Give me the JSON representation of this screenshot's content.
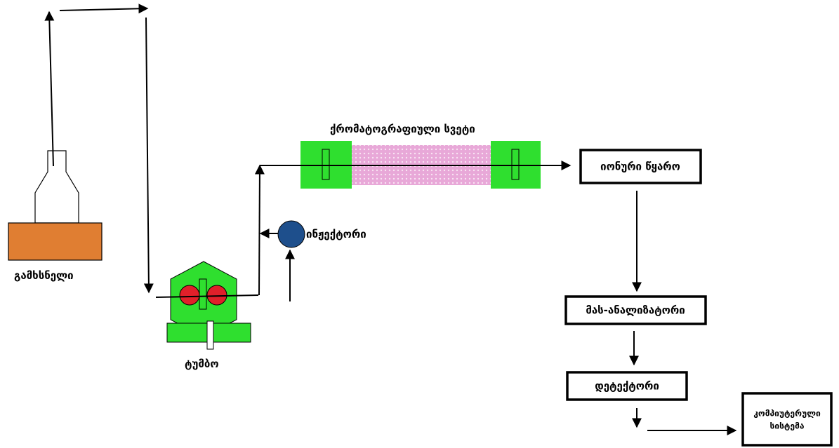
{
  "labels": {
    "solvent": "გამხსნელი",
    "pump": "ტუმბო",
    "injector": "ინჟექტორი",
    "column": "ქრომატოგრაფიული სვეტი",
    "ion_source": "იონური წყარო",
    "mass_analyzer": "მას-ანალიზატორი",
    "detector": "დეტექტორი",
    "computer_line1": "კომპიუტერული",
    "computer_line2": "სისტემა"
  },
  "colors": {
    "solvent_reservoir": "#e07e32",
    "pump": "#2fdf2f",
    "pump_heads": "#e0202a",
    "injector": "#1e4f8c",
    "column_ends": "#2fdf2f",
    "column_body": "#e8a8d8",
    "stroke": "#000000"
  }
}
